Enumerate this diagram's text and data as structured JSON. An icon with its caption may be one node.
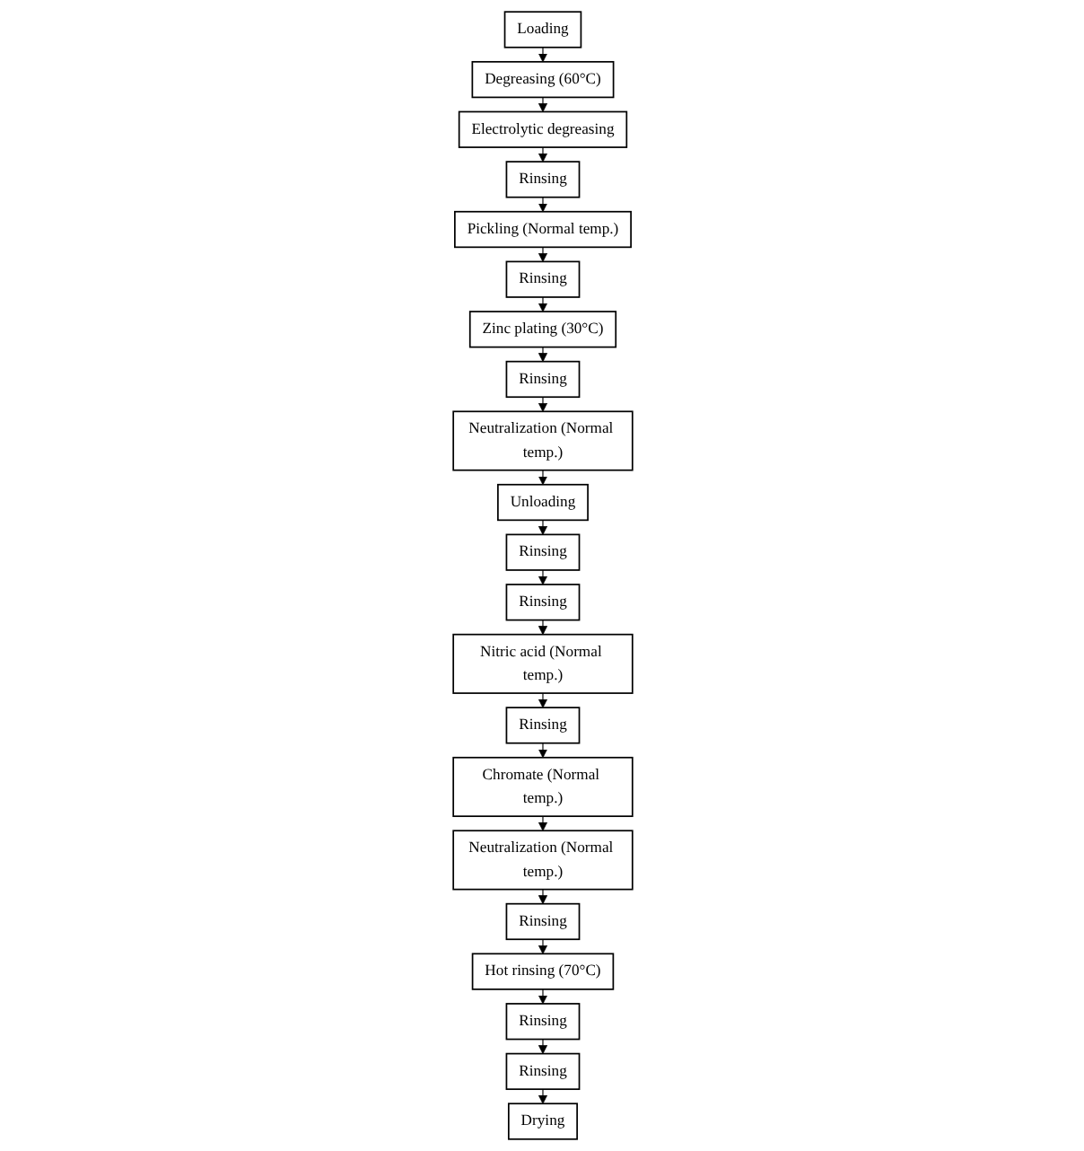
{
  "diagram": {
    "nodes": [
      {
        "text": [
          "Loading"
        ]
      },
      {
        "text": [
          "Degreasing (60°C)"
        ]
      },
      {
        "text": [
          "Electrolytic degreasing"
        ]
      },
      {
        "text": [
          "Rinsing"
        ]
      },
      {
        "text": [
          "Pickling (Normal temp.)"
        ]
      },
      {
        "text": [
          "Rinsing"
        ]
      },
      {
        "text": [
          "Zinc plating (30°C)"
        ]
      },
      {
        "text": [
          "Rinsing"
        ]
      },
      {
        "text": [
          "Neutralization (Normal temp.)"
        ]
      },
      {
        "text": [
          "Rinsing"
        ]
      },
      {
        "text": [
          "Rinsing"
        ]
      },
      {
        "text": [
          "Unloading"
        ]
      },
      {
        "text": [
          "Nitric acid (Normal temp.)"
        ]
      },
      {
        "text": [
          "Rinsing"
        ]
      },
      {
        "text": [
          "Chromate (Normal temp.)"
        ]
      },
      {
        "text": [
          "Hot rinsing (70°C)"
        ]
      },
      {
        "text": [
          "Rinsing"
        ]
      },
      {
        "text": [
          "Neutralization (Normal temp.)"
        ]
      },
      {
        "text": [
          "Rinsing"
        ]
      },
      {
        "text": [
          "Rinsing"
        ]
      },
      {
        "text": [
          "Drying"
        ]
      }
    ],
    "edges": [
      {
        "from": 0,
        "to": 1,
        "arrow": "to"
      },
      {
        "from": 1,
        "to": 2,
        "arrow": "to"
      },
      {
        "from": 2,
        "to": 5,
        "arrow": "to"
      },
      {
        "from": 5,
        "to": 4,
        "arrow": "to"
      },
      {
        "from": 4,
        "to": 3,
        "arrow": "to"
      },
      {
        "from": 3,
        "to": 6,
        "arrow": "to"
      },
      {
        "from": 6,
        "to": 7,
        "arrow": "to"
      },
      {
        "from": 7,
        "to": 8,
        "arrow": "to"
      },
      {
        "from": 8,
        "to": 11,
        "arrow": "to"
      },
      {
        "from": 11,
        "to": 10,
        "arrow": "to"
      },
      {
        "from": 10,
        "to": 9,
        "arrow": "to"
      },
      {
        "from": 9,
        "to": 12,
        "arrow": "to"
      },
      {
        "from": 12,
        "to": 13,
        "arrow": "to"
      },
      {
        "from": 13,
        "to": 14,
        "arrow": "to"
      },
      {
        "from": 14,
        "to": 17,
        "arrow": "to"
      },
      {
        "from": 17,
        "to": 16,
        "arrow": "to"
      },
      {
        "from": 16,
        "to": 15,
        "arrow": "to"
      },
      {
        "from": 15,
        "to": 18,
        "arrow": "to"
      },
      {
        "from": 18,
        "to": 19,
        "arrow": "to"
      },
      {
        "from": 19,
        "to": 20,
        "arrow": "to"
      }
    ]
  }
}
